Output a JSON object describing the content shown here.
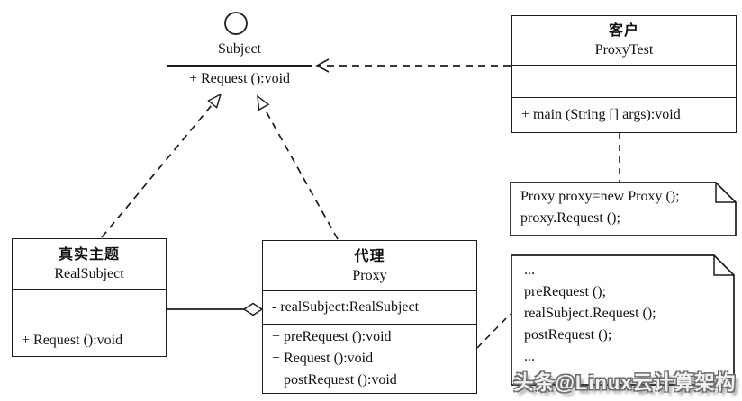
{
  "interface": {
    "name": "Subject",
    "operation": "+ Request ():void"
  },
  "classes": {
    "client": {
      "name_cn": "客户",
      "name_en": "ProxyTest",
      "method": "+ main (String [] args):void"
    },
    "real_subject": {
      "name_cn": "真实主题",
      "name_en": "RealSubject",
      "method": "+ Request ():void"
    },
    "proxy": {
      "name_cn": "代理",
      "name_en": "Proxy",
      "attribute": "- realSubject:RealSubject",
      "methods": [
        "+ preRequest ():void",
        "+ Request ():void",
        "+ postRequest ():void"
      ]
    }
  },
  "notes": {
    "client_code": {
      "lines": [
        "Proxy proxy=new Proxy ();",
        "proxy.Request ();"
      ]
    },
    "request_body": {
      "lines": [
        "...",
        "preRequest ();",
        "realSubject.Request ();",
        "postRequest ();",
        "..."
      ]
    }
  },
  "watermark": "头条@Linux云计算架构",
  "colors": {
    "line": "#1c1c1c",
    "background": "#ffffff"
  }
}
